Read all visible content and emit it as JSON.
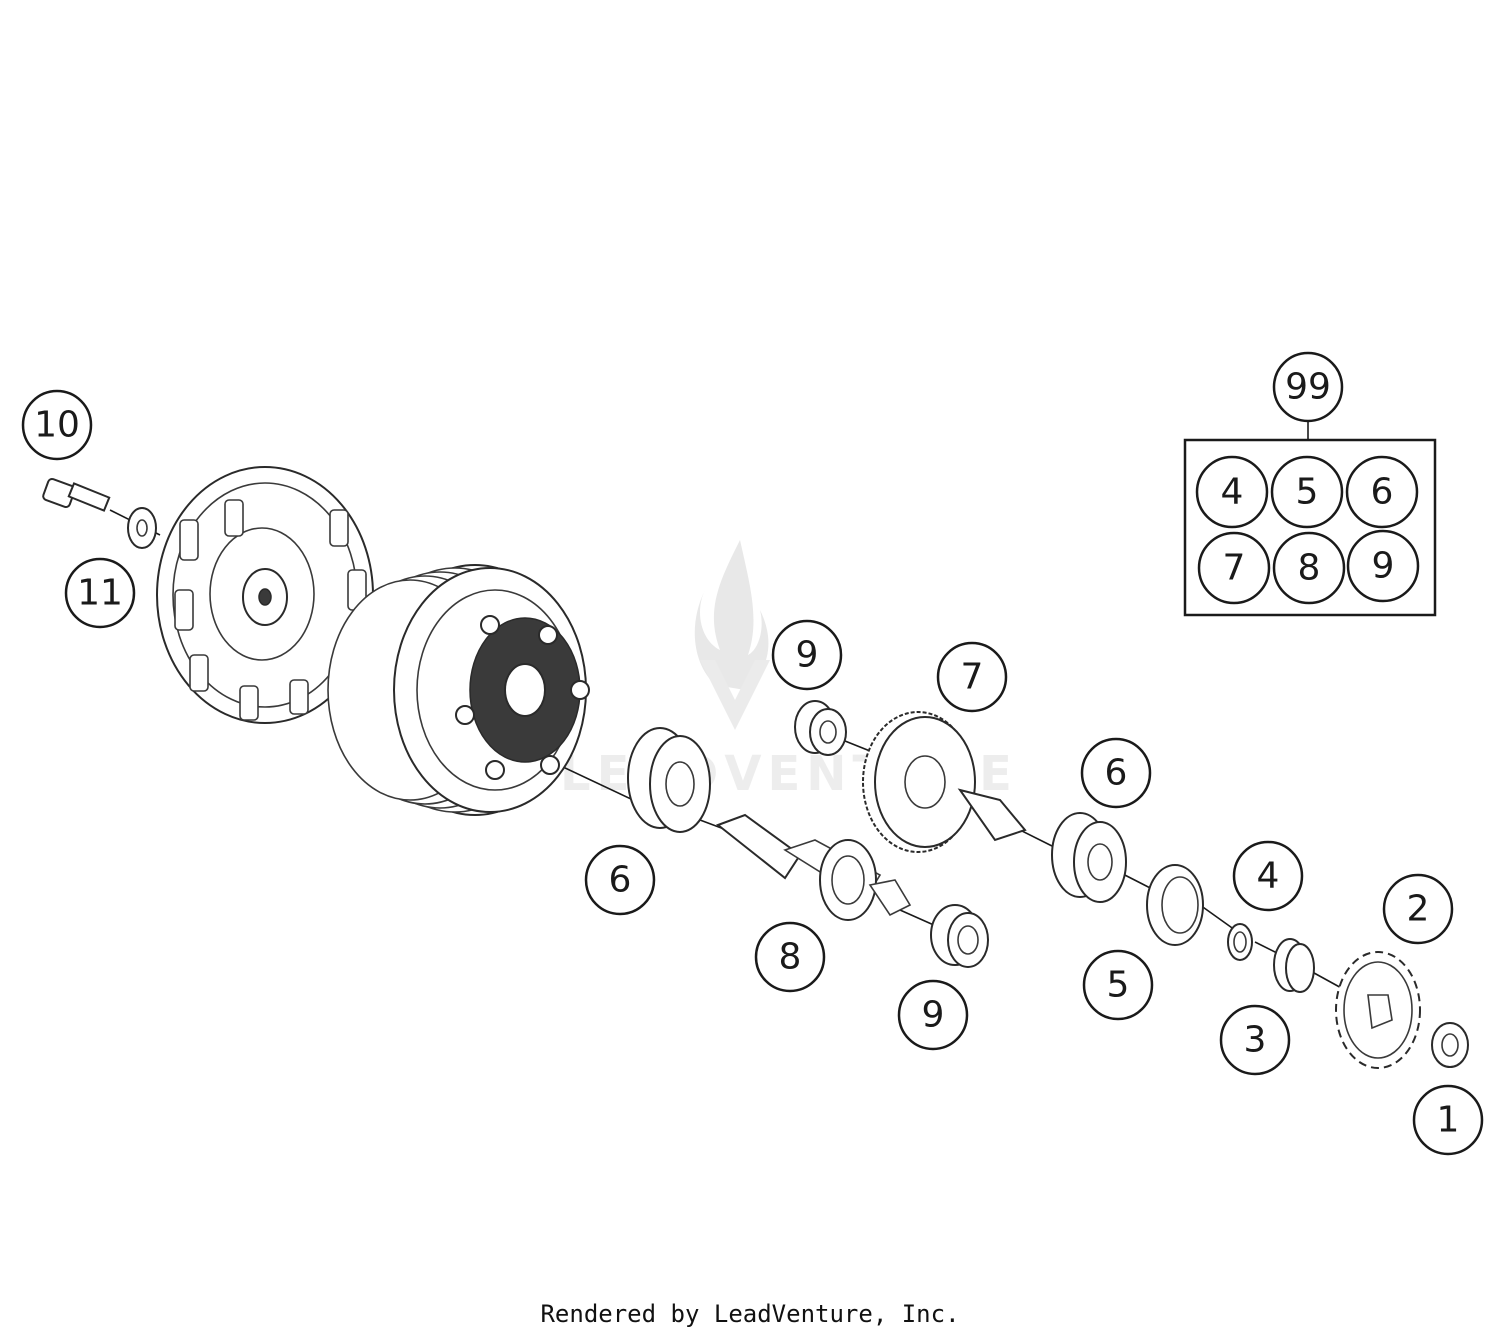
{
  "callouts": [
    {
      "id": "c10",
      "label": "10"
    },
    {
      "id": "c11",
      "label": "11"
    },
    {
      "id": "c99",
      "label": "99"
    },
    {
      "id": "c6a",
      "label": "6"
    },
    {
      "id": "c9a",
      "label": "9"
    },
    {
      "id": "c7",
      "label": "7"
    },
    {
      "id": "c6b",
      "label": "6"
    },
    {
      "id": "c8",
      "label": "8"
    },
    {
      "id": "c9b",
      "label": "9"
    },
    {
      "id": "c5",
      "label": "5"
    },
    {
      "id": "c4",
      "label": "4"
    },
    {
      "id": "c3",
      "label": "3"
    },
    {
      "id": "c2",
      "label": "2"
    },
    {
      "id": "c1",
      "label": "1"
    }
  ],
  "kit": {
    "label": "99",
    "items": [
      "4",
      "5",
      "6",
      "7",
      "8",
      "9"
    ]
  },
  "watermark": "LEADVENTURE",
  "footer": "Rendered by LeadVenture, Inc."
}
